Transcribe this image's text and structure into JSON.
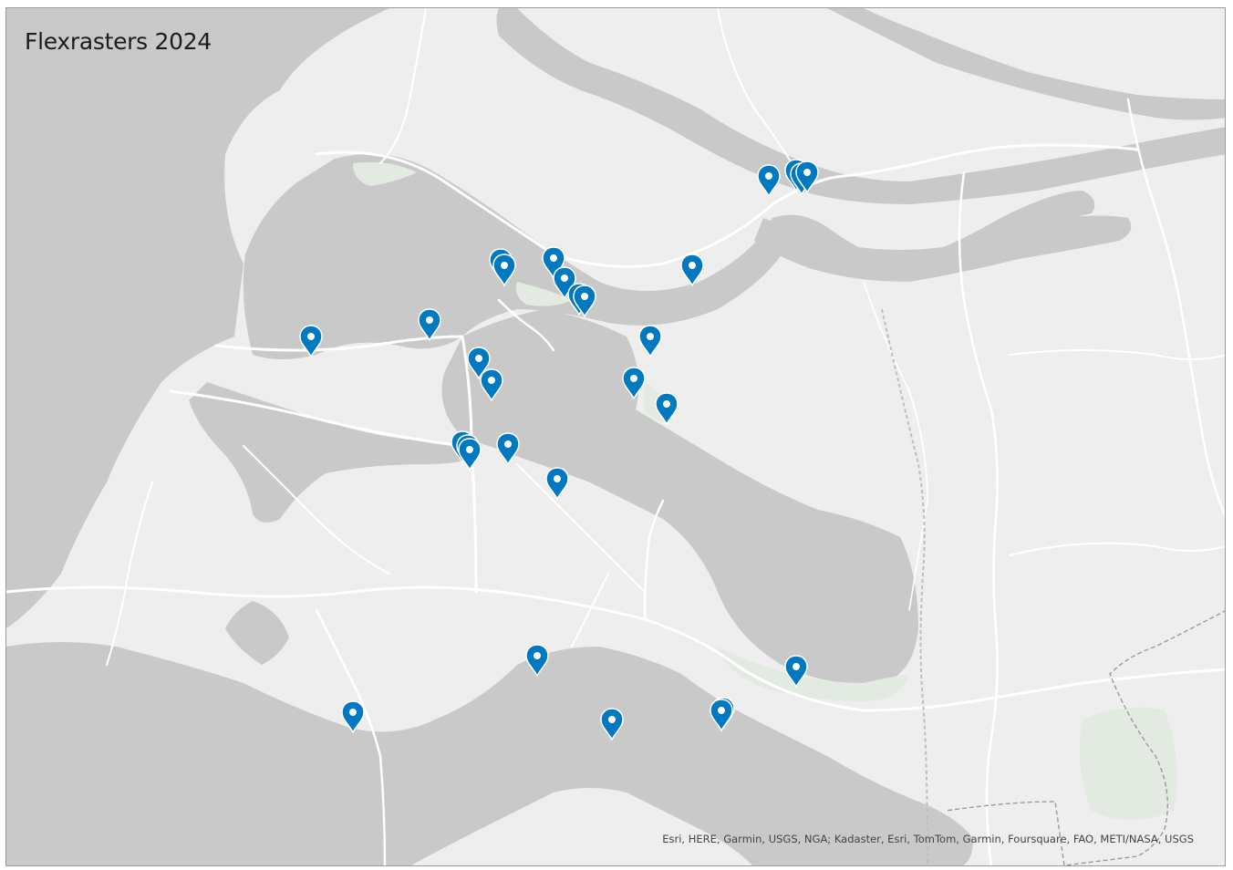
{
  "map": {
    "title": "Flexrasters 2024",
    "attribution": "Esri, HERE, Garmin, USGS, NGA; Kadaster, Esri, TomTom, Garmin, Foursquare, FAO, METI/NASA, USGS",
    "basemap": "light-gray-canvas",
    "colors": {
      "land": "#eeeeee",
      "water": "#c9c9c9",
      "roads": "#ffffff",
      "nature": "#e4ebe4",
      "marker": "#0079c1"
    },
    "marker_icon": "map-pin-icon",
    "marker_count": 36
  }
}
